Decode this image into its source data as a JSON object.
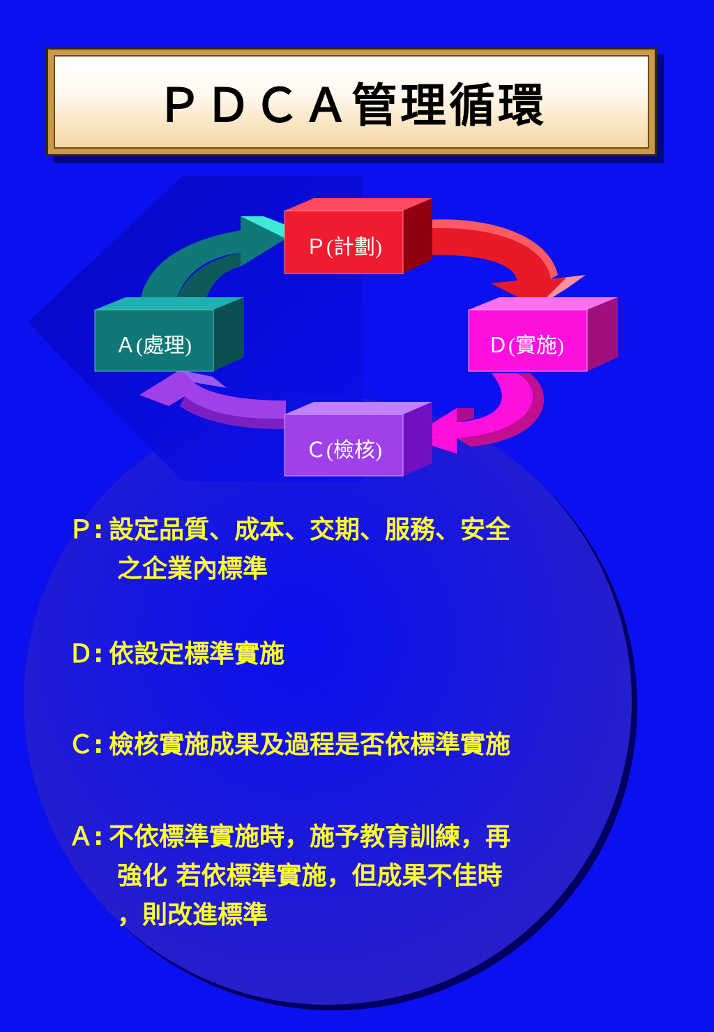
{
  "title": "ＰＤＣＡ管理循環",
  "cycle": {
    "p_label": "Ｐ(計劃)",
    "d_label": "Ｄ(實施)",
    "c_label": "Ｃ(檢核)",
    "a_label": "Ａ(處理)"
  },
  "colors": {
    "background": "#0a10ee",
    "plan": "#ee1c2e",
    "do": "#ff10dd",
    "check": "#a040e8",
    "act": "#107878",
    "text": "#ffff33"
  },
  "descriptions": [
    {
      "key": "Ｐ:",
      "line1": "設定品質、成本、交期、服務、安全",
      "line2": "之企業內標準"
    },
    {
      "key": "Ｄ:",
      "line1": "依設定標準實施"
    },
    {
      "key": "Ｃ:",
      "line1": "檢核實施成果及過程是否依標準實施"
    },
    {
      "key": "Ａ:",
      "line1": "不依標準實施時，施予教育訓練，再",
      "line2": "強化 若依標準實施，但成果不佳時",
      "line3": "，則改進標準"
    }
  ]
}
